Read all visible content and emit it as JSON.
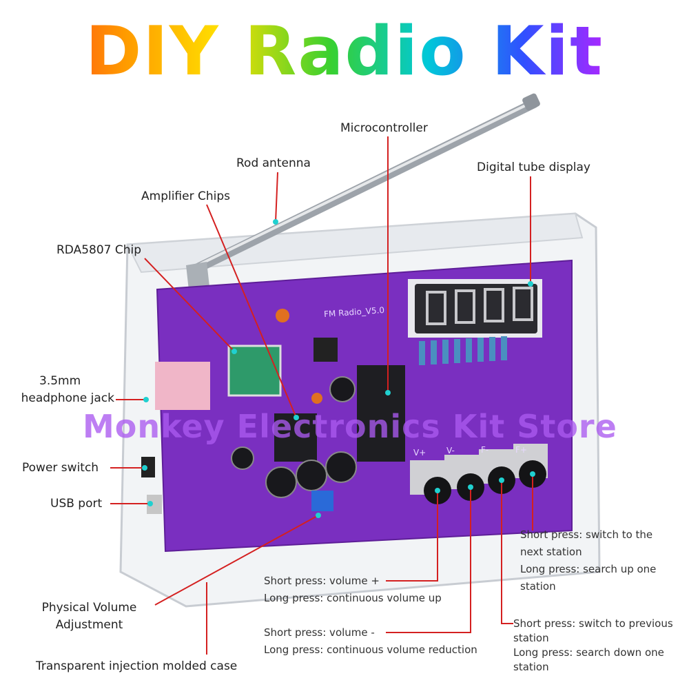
{
  "title": "DIY Radio Kit",
  "watermark": "Monkey Electronics Kit Store",
  "pcb_silkscreen": "FM Radio_V5.0",
  "labels": {
    "microcontroller": "Microcontroller",
    "rod_antenna": "Rod antenna",
    "digital_tube_display": "Digital tube display",
    "amplifier_chips": "Amplifier Chips",
    "rda5807_chip": "RDA5807 Chip",
    "headphone_jack_line1": "3.5mm",
    "headphone_jack_line2": "headphone jack",
    "power_switch": "Power switch",
    "usb_port": "USB port",
    "volume_adjust_line1": "Physical Volume",
    "volume_adjust_line2": "Adjustment",
    "case": "Transparent injection molded case"
  },
  "button_notes": {
    "volume_up": [
      "Short press: volume +",
      "Long press: continuous volume up"
    ],
    "volume_down": [
      "Short press: volume -",
      "Long press: continuous volume reduction"
    ],
    "next_station": [
      "Short press: switch to the",
      "next station",
      "Long press: search up one",
      "station"
    ],
    "prev_station": [
      "Short press: switch to previous",
      "station",
      "Long press: search down one",
      "station"
    ]
  },
  "button_markings": [
    "V+",
    "V-",
    "F-",
    "F+"
  ],
  "colors": {
    "pcb": "#7a2fc0",
    "leader": "#d42020",
    "watermark": "#aa5af0"
  }
}
